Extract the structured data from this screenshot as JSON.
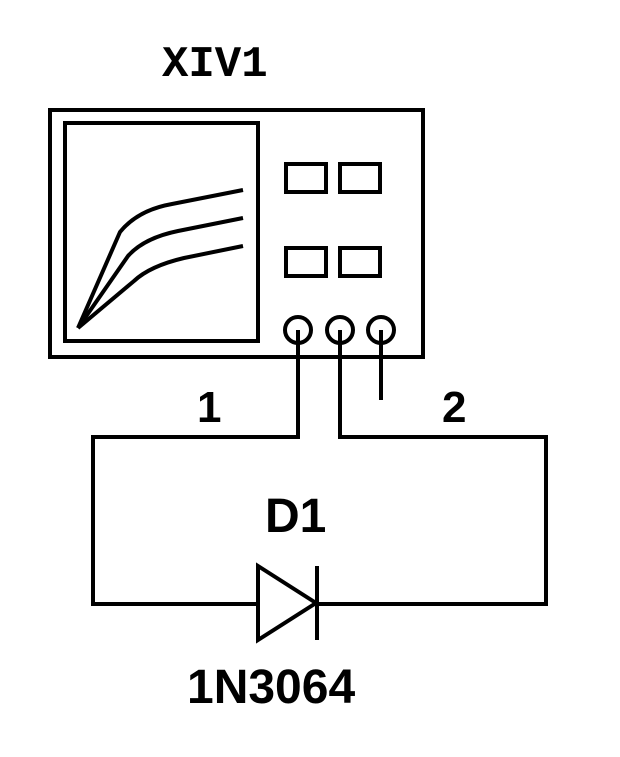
{
  "instrument": {
    "reference": "XIV1",
    "terminal_left_label": "1",
    "terminal_right_label": "2"
  },
  "diode": {
    "reference": "D1",
    "model": "1N3064"
  },
  "colors": {
    "stroke": "#000000",
    "background": "#ffffff"
  }
}
